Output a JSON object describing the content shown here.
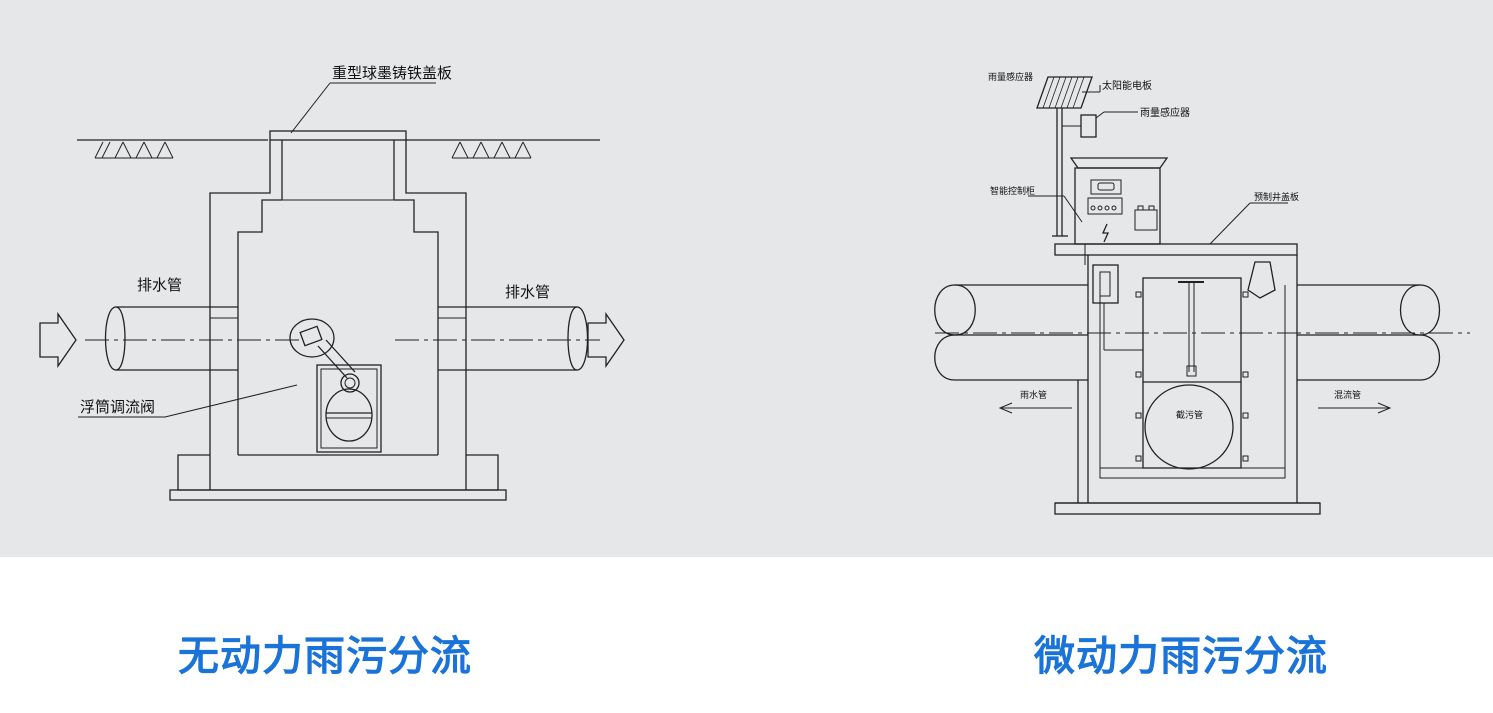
{
  "colors": {
    "panel_bg": "#e6e7e8",
    "line": "#222222",
    "caption": "#1a73d8"
  },
  "left_diagram": {
    "cover_label": "重型球墨铸铁盖板",
    "pipe_label_left": "排水管",
    "pipe_label_right": "排水管",
    "valve_label": "浮筒调流阀"
  },
  "right_diagram": {
    "rain_sensor_label": "雨量感应器",
    "solar_panel_label": "太阳能电板",
    "rain_sensor_label_2": "雨量感应器",
    "control_cabinet_label": "智能控制柜",
    "precast_cover_label": "预制井盖板",
    "rain_pipe_label": "雨水管",
    "combined_pipe_label": "混流管",
    "sewage_pipe_label": "截污管"
  },
  "captions": {
    "left": "无动力雨污分流",
    "right": "微动力雨污分流"
  }
}
